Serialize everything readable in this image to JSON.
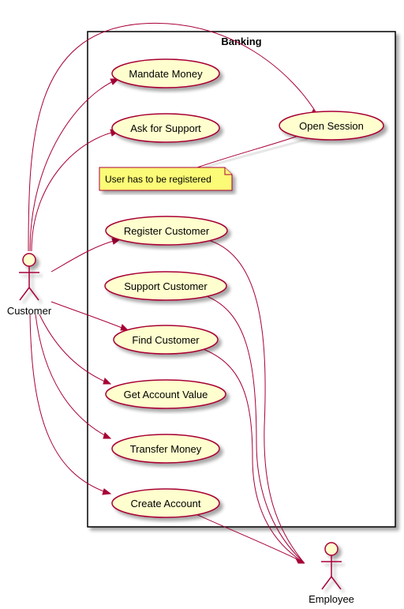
{
  "system": {
    "title": "Banking"
  },
  "actors": {
    "customer": "Customer",
    "employee": "Employee"
  },
  "usecases": {
    "mandate_money": "Mandate Money",
    "ask_for_support": "Ask for Support",
    "open_session": "Open Session",
    "register_customer": "Register Customer",
    "support_customer": "Support Customer",
    "find_customer": "Find Customer",
    "get_account_value": "Get Account Value",
    "transfer_money": "Transfer Money",
    "create_account": "Create Account"
  },
  "note": {
    "text": "User has to be registered"
  },
  "colors": {
    "line": "#A80036",
    "fill": "#FEFECE",
    "note_fill": "#FBFB77"
  }
}
